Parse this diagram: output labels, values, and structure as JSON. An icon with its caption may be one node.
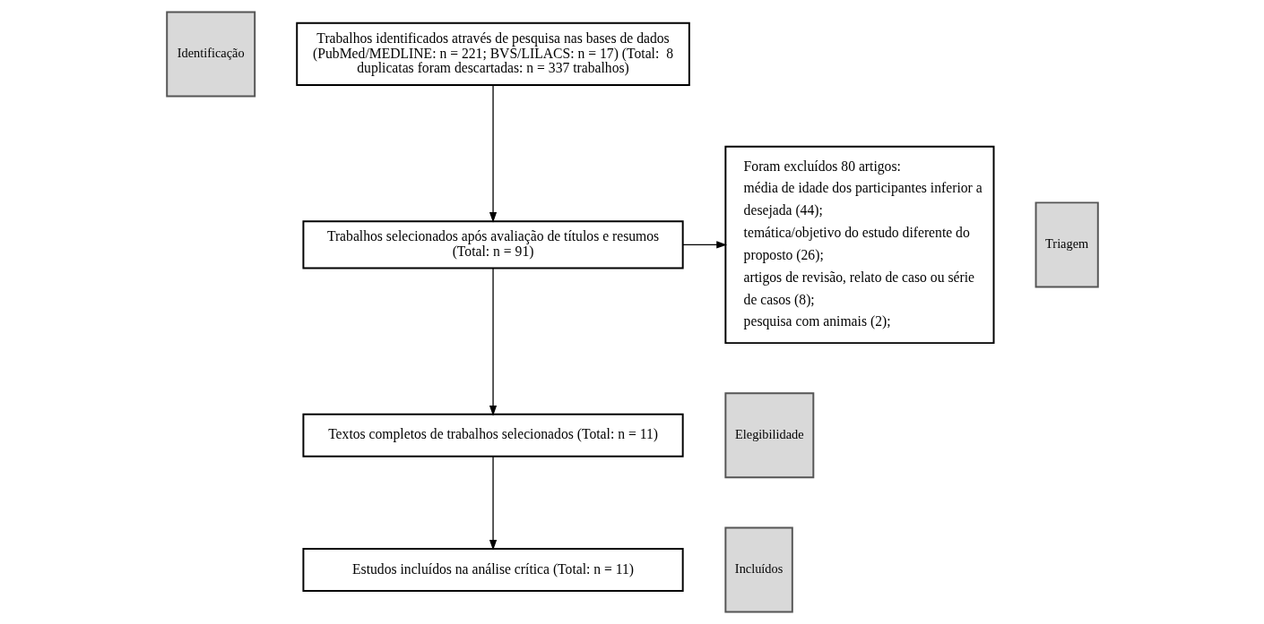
{
  "diagram": {
    "nodes": [
      {
        "text": [
          "Identificação"
        ]
      },
      {
        "text": [
          "Trabalhos identificados através de pesquisa nas bases de dados (PubMed/MEDLINE: n = 221; BVS/LILACS: n = 17) (Total:  8 duplicatas foram descartadas: n = 337 trabalhos)"
        ]
      },
      {
        "text": [
          "Triagem"
        ]
      },
      {
        "text": [
          "Trabalhos selecionados após avaliação de títulos e resumos (Total: n = 91)"
        ]
      },
      {
        "text": [
          "Foram excluídos 80 artigos:",
          "média de idade dos participantes inferior a desejada (44);",
          "temática/objetivo do estudo diferente do proposto (26);",
          "artigos de revisão, relato de caso ou série de casos (8);",
          "pesquisa com animais (2);"
        ]
      },
      {
        "text": [
          "Elegibilidade"
        ]
      },
      {
        "text": [
          "Textos completos de trabalhos selecionados (Total: n = 11)"
        ]
      },
      {
        "text": [
          "Incluídos"
        ]
      },
      {
        "text": [
          "Estudos incluídos na análise crítica (Total: n = 11)"
        ]
      }
    ],
    "edges": [
      {
        "from": 1,
        "to": 3,
        "arrow": "to"
      },
      {
        "from": 3,
        "to": 6,
        "arrow": "to"
      },
      {
        "from": 3,
        "to": 4,
        "arrow": "to"
      },
      {
        "from": 6,
        "to": 8,
        "arrow": "to"
      }
    ]
  }
}
